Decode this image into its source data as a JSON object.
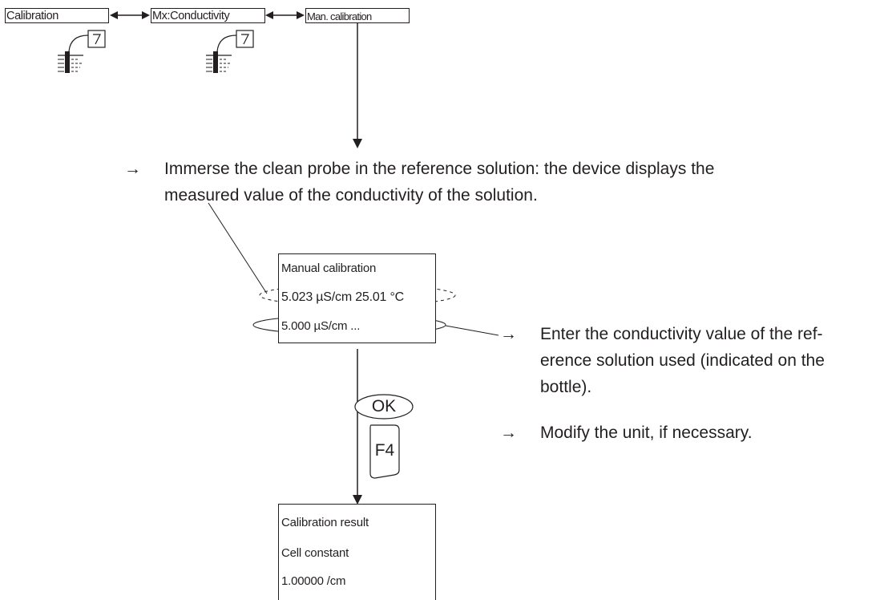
{
  "menu": {
    "item1": "Calibration",
    "item2": "Mx:Conductivity",
    "item3": "Man. calibration"
  },
  "icons": {
    "probe_icon_1": "probe-vessel-icon",
    "probe_icon_2": "probe-vessel-icon"
  },
  "steps": {
    "arrow": "→",
    "immerse_line1": "Immerse the clean probe in the reference solution: the device displays the",
    "immerse_line2": "measured value of the conductivity of the solution.",
    "enter_line1": "Enter the conductivity value of the ref-",
    "enter_line2": "erence solution used (indicated on the",
    "enter_line3": "bottle).",
    "modify": "Modify the unit, if necessary."
  },
  "screen1": {
    "title": "Manual calibration",
    "measured": "5.023 µS/cm 25.01 °C",
    "entry": "5.000 µS/cm ..."
  },
  "keys": {
    "ok": "OK",
    "f4": "F4"
  },
  "screen2": {
    "title": "Calibration result",
    "label": "Cell constant",
    "value": "1.00000 /cm"
  }
}
